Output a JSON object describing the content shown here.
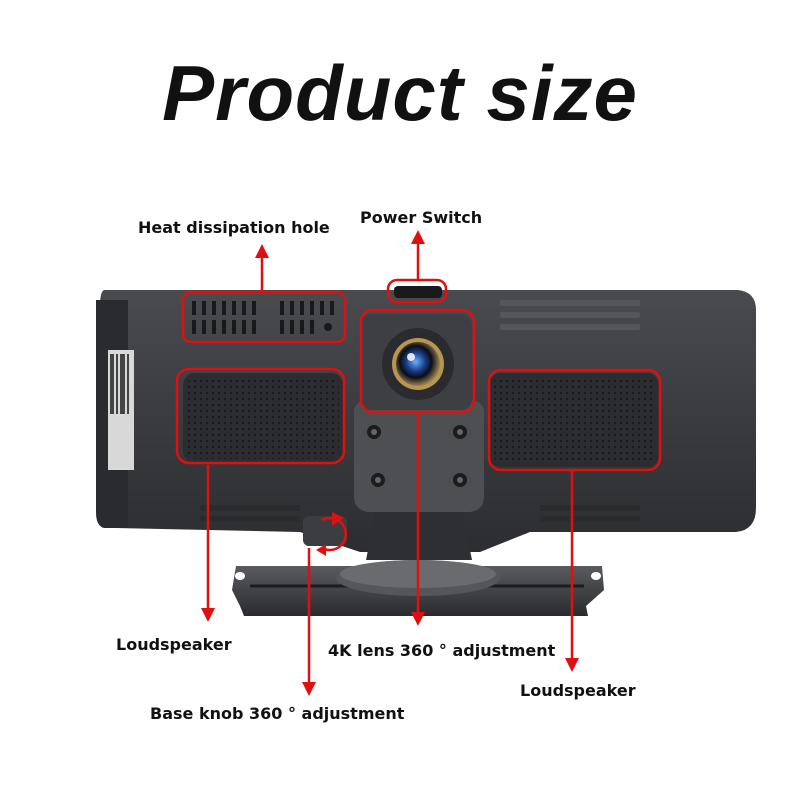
{
  "title": "Product size",
  "labels": {
    "heat": "Heat dissipation hole",
    "power": "Power Switch",
    "speaker_left": "Loudspeaker",
    "lens": "4K lens 360 ° adjustment",
    "speaker_right": "Loudspeaker",
    "knob": "Base knob 360 ° adjustment"
  },
  "colors": {
    "annotation": "#e01010",
    "device": "#3a3b3e",
    "device_dark": "#1e1f21"
  }
}
